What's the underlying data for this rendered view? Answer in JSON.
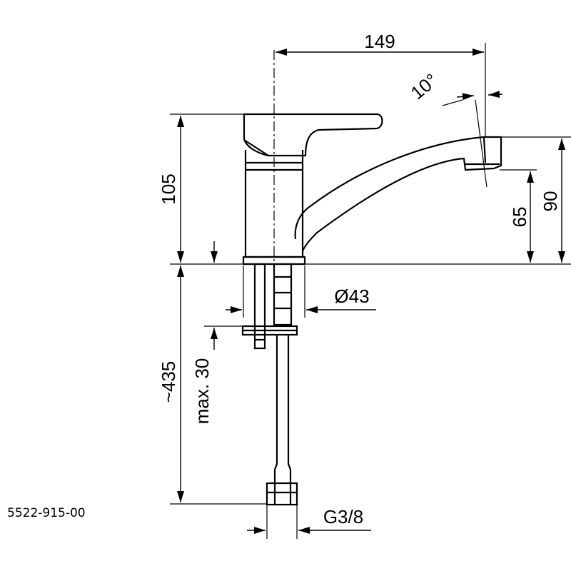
{
  "drawing": {
    "article_number": "5522-915-00",
    "dimensions": {
      "spout_reach": "149",
      "spout_angle": "10°",
      "body_height": "105",
      "outlet_height": "65",
      "spout_top_height": "90",
      "base_diameter": "Ø43",
      "hose_length": "~435",
      "max_countertop": "max. 30",
      "connection_thread": "G3/8"
    }
  }
}
